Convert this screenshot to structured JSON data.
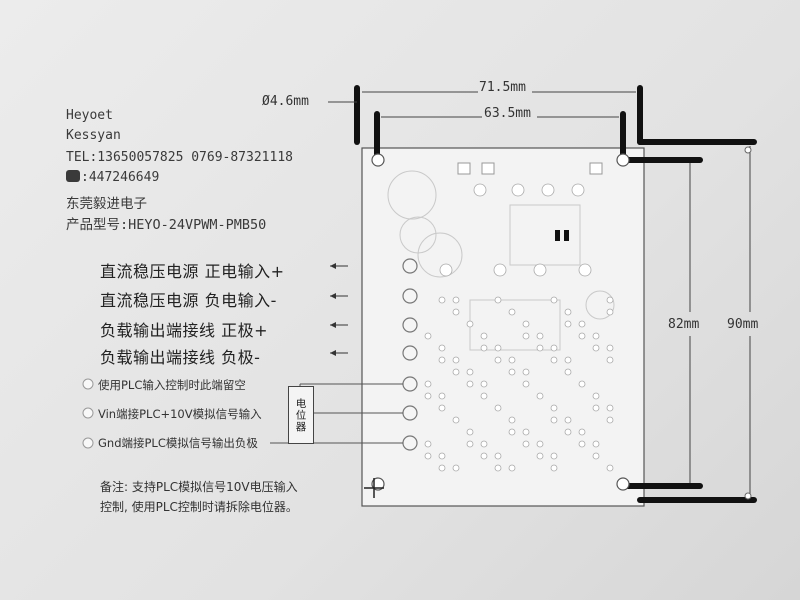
{
  "contact": {
    "line1": "Heyoet",
    "line2": "Kessyan",
    "line3": "TEL:13650057825 0769-87321118",
    "line4": ":447246649",
    "line5": "东莞毅进电子",
    "line6": "产品型号:HEYO-24VPWM-PMB50"
  },
  "dimensions": {
    "hole": "Ø4.6mm",
    "outer_width": "71.5mm",
    "inner_width": "63.5mm",
    "inner_height": "82mm",
    "outer_height": "90mm"
  },
  "pins": [
    {
      "label": "直流稳压电源  正电输入+"
    },
    {
      "label": "直流稳压电源  负电输入-"
    },
    {
      "label": "负载输出端接线  正极+"
    },
    {
      "label": "负载输出端接线  负极-"
    },
    {
      "label": "使用PLC输入控制时此端留空"
    },
    {
      "label": "Vin端接PLC+10V模拟信号输入"
    },
    {
      "label": "Gnd端接PLC模拟信号输出负极"
    }
  ],
  "potentiometer": {
    "label": "电位器"
  },
  "note": {
    "line1": "备注:  支持PLC模拟信号10V电压输入",
    "line2": "控制, 使用PLC控制时请拆除电位器。"
  }
}
